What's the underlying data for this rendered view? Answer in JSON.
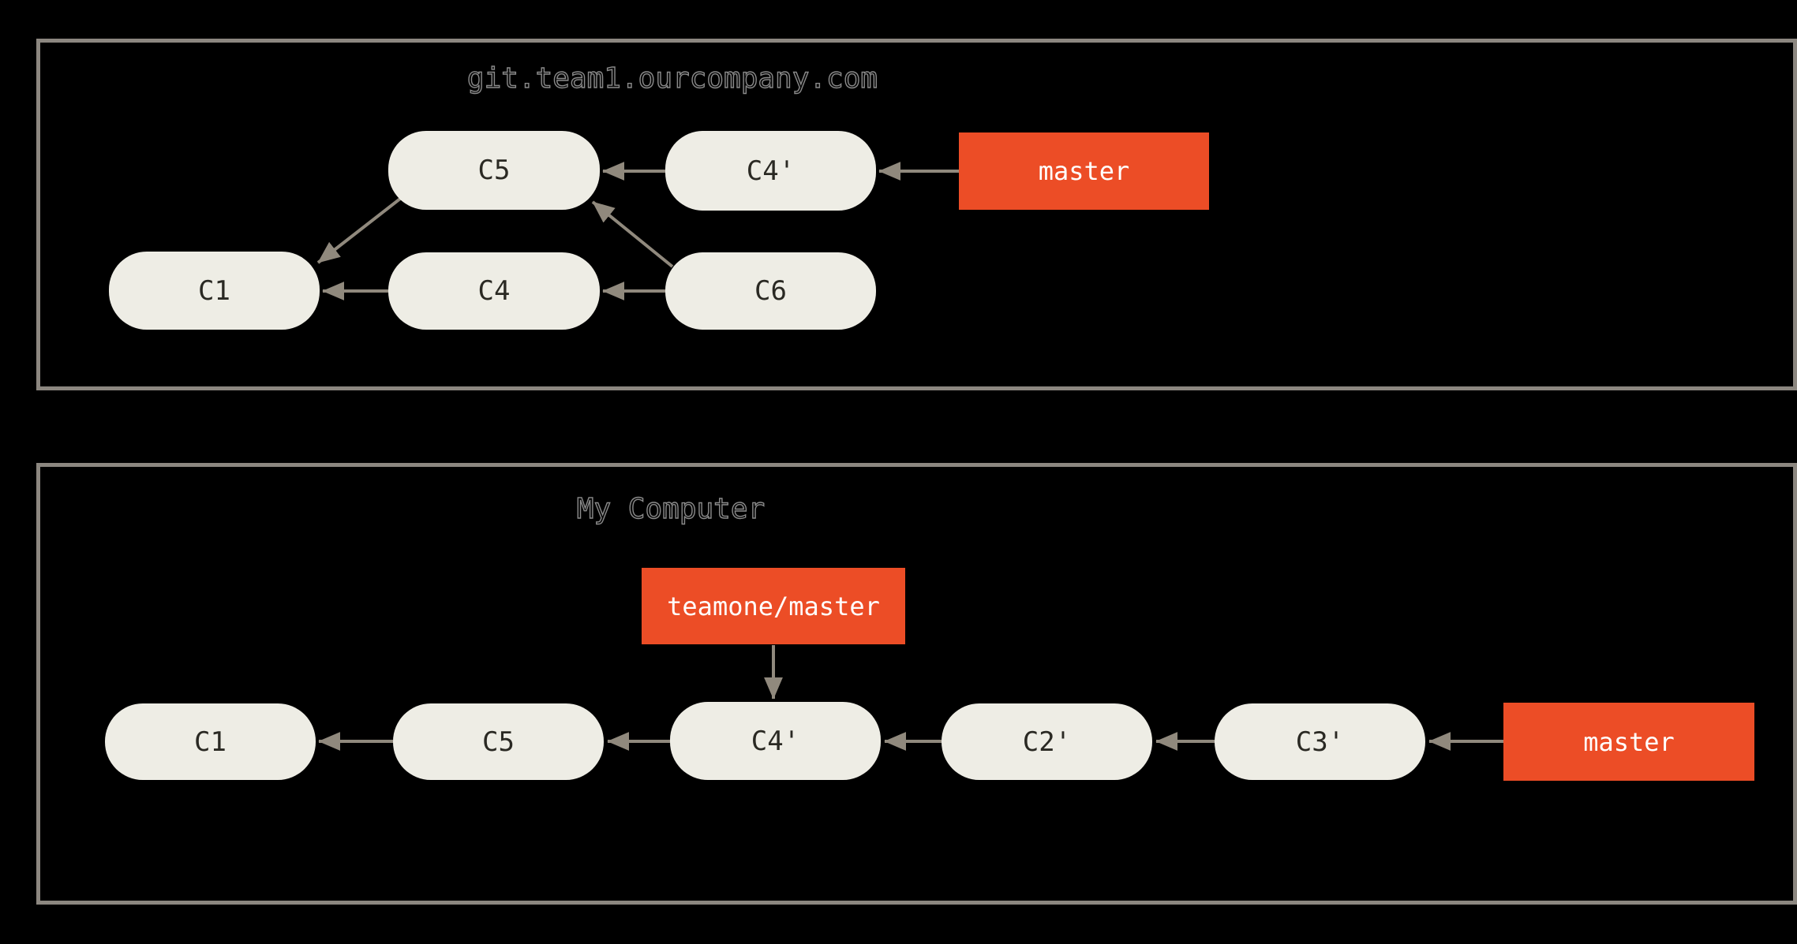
{
  "figure": {
    "colors": {
      "bg": "#000000",
      "box_border": "#8C8780",
      "node_fill": "#EEEDE5",
      "node_text": "#2A2923",
      "arrow": "#90897D",
      "branch_fill": "#EC4D26",
      "branch_text": "#FFFFFF",
      "title_stroke": "#8A8A8A",
      "title_fill": "#050505"
    },
    "remote": {
      "title": "git.team1.ourcompany.com",
      "commits": {
        "c5": "C5",
        "c4p": "C4'",
        "c1": "C1",
        "c4": "C4",
        "c6": "C6"
      },
      "branch_master": "master"
    },
    "local": {
      "title": "My Computer",
      "commits": {
        "c1": "C1",
        "c5": "C5",
        "c4p": "C4'",
        "c2p": "C2'",
        "c3p": "C3'"
      },
      "branch_teamone": "teamone/master",
      "branch_master": "master"
    }
  }
}
